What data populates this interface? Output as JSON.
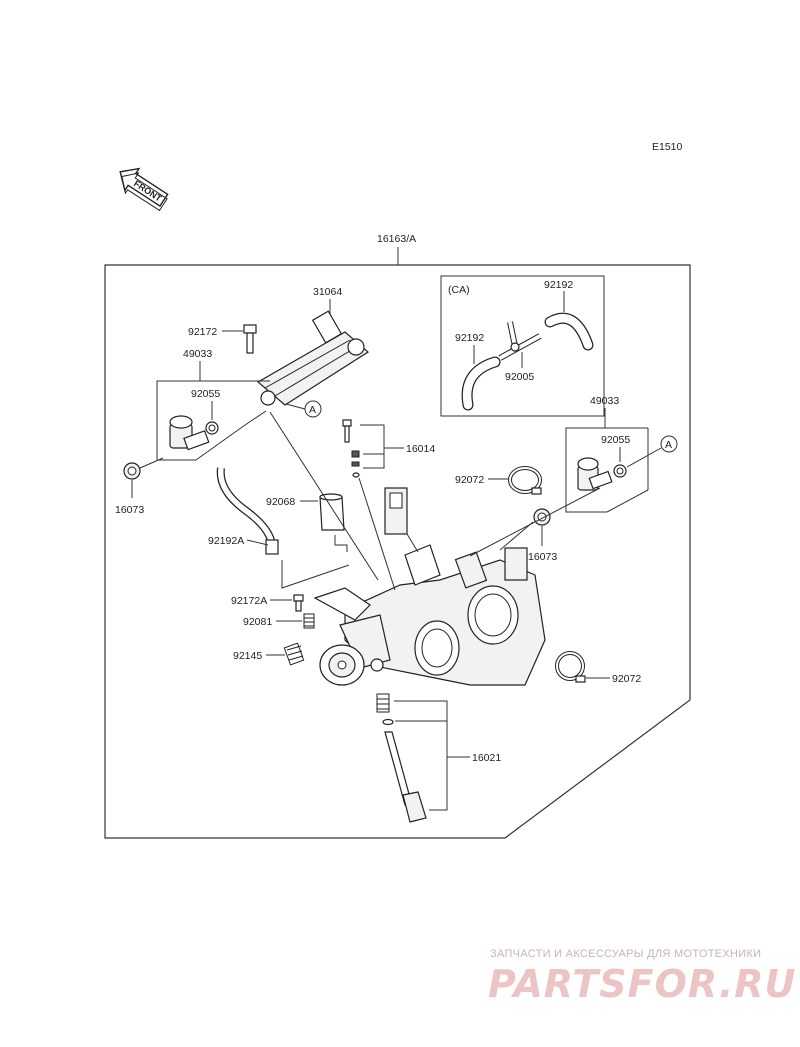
{
  "diagram": {
    "ref_code": "E1510",
    "front_label": "FRONT",
    "assembly_label": "16163/A",
    "labels": {
      "p31064": "31064",
      "p92172": "92172",
      "p49033_left": "49033",
      "p92055_left": "92055",
      "p16073_left": "16073",
      "p16014": "16014",
      "p92068": "92068",
      "p92192A": "92192A",
      "p92172A": "92172A",
      "p92081": "92081",
      "p92145": "92145",
      "p16021": "16021",
      "p92072_top": "92072",
      "p92072_bottom": "92072",
      "p49033_right": "49033",
      "p92055_right": "92055",
      "p16073_right": "16073",
      "ca": "(CA)",
      "p92192_top": "92192",
      "p92192_left": "92192",
      "p92005": "92005",
      "circle_a_left": "A",
      "circle_a_right": "A"
    }
  },
  "watermark": {
    "tagline": "ЗАПЧАСТИ И АКСЕССУАРЫ ДЛЯ МОТОТЕХНИКИ",
    "logo": "PARTSFOR.RU"
  },
  "colors": {
    "line": "#333333",
    "watermark": "#e8b9b9"
  }
}
